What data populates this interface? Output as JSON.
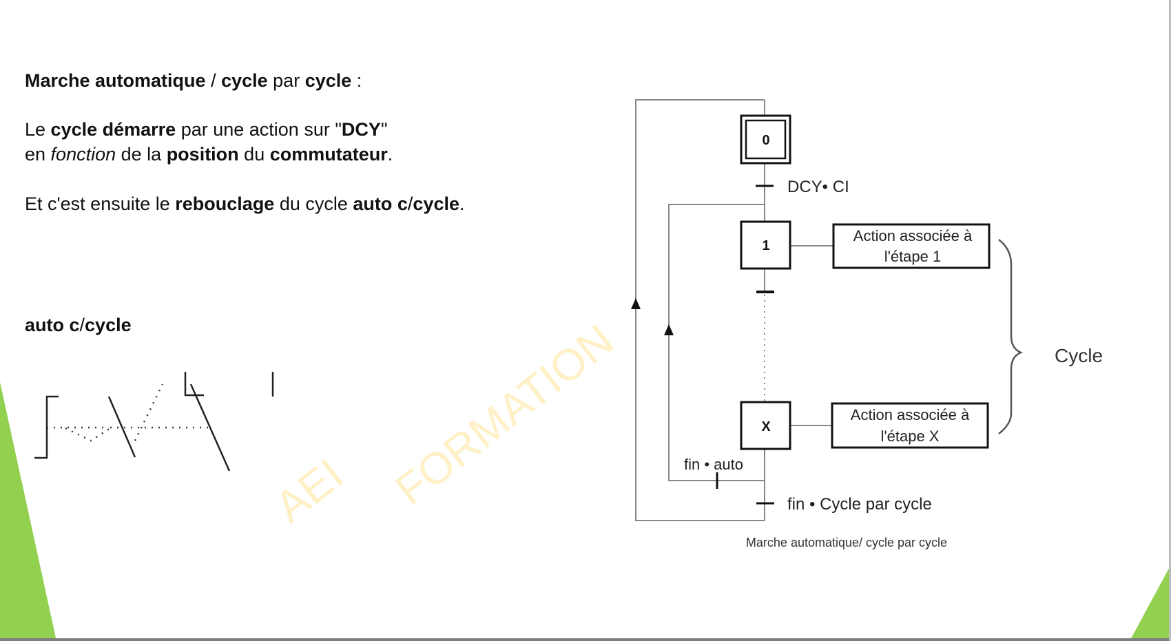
{
  "text": {
    "line_title": [
      {
        "t": "Marche automatique",
        "b": true
      },
      {
        "t": " / ",
        "b": false
      },
      {
        "t": "cycle",
        "b": true
      },
      {
        "t": " par ",
        "b": false
      },
      {
        "t": "cycle",
        "b": true
      },
      {
        "t": " :",
        "b": false
      }
    ],
    "line_2": [
      {
        "t": "Le ",
        "b": false
      },
      {
        "t": "cycle démarre",
        "b": true
      },
      {
        "t": " par une action sur \"",
        "b": false
      },
      {
        "t": "DCY",
        "b": true
      },
      {
        "t": "\"",
        "b": false
      }
    ],
    "line_3": [
      {
        "t": "en ",
        "b": false
      },
      {
        "t": "fonction",
        "i": true
      },
      {
        "t": " de la ",
        "b": false
      },
      {
        "t": "position",
        "b": true
      },
      {
        "t": " du ",
        "b": false
      },
      {
        "t": "commutateur",
        "b": true
      },
      {
        "t": ".",
        "b": false
      }
    ],
    "line_4": [
      {
        "t": "Et c'est ensuite le ",
        "b": false
      },
      {
        "t": "rebouclage",
        "b": true
      },
      {
        "t": " du cycle ",
        "b": false
      },
      {
        "t": "auto c",
        "b": true
      },
      {
        "t": "/",
        "b": false
      },
      {
        "t": "cycle",
        "b": true
      },
      {
        "t": ".",
        "b": false
      }
    ],
    "auto_label": [
      {
        "t": "auto c",
        "b": true
      },
      {
        "t": "/",
        "b": false
      },
      {
        "t": "cycle",
        "b": true
      }
    ]
  },
  "grafcet": {
    "step_0": "0",
    "step_1": "1",
    "step_x": "X",
    "transition_dcy": "DCY• CI",
    "action_1_line1": "Action associée à",
    "action_1_line2": "l'étape 1",
    "action_x_line1": "Action associée à",
    "action_x_line2": "l'étape X",
    "cycle_label": "Cycle",
    "transition_fin_auto": "fin • auto",
    "transition_fin_cycle": "fin • Cycle par cycle",
    "caption": "Marche automatique/ cycle par cycle"
  },
  "watermark": {
    "left": "AEI",
    "right": "FORMATION"
  },
  "colors": {
    "accent_green": "#92d050",
    "line_gray": "#888888",
    "box_black": "#111111",
    "watermark": "#fff0c6"
  }
}
